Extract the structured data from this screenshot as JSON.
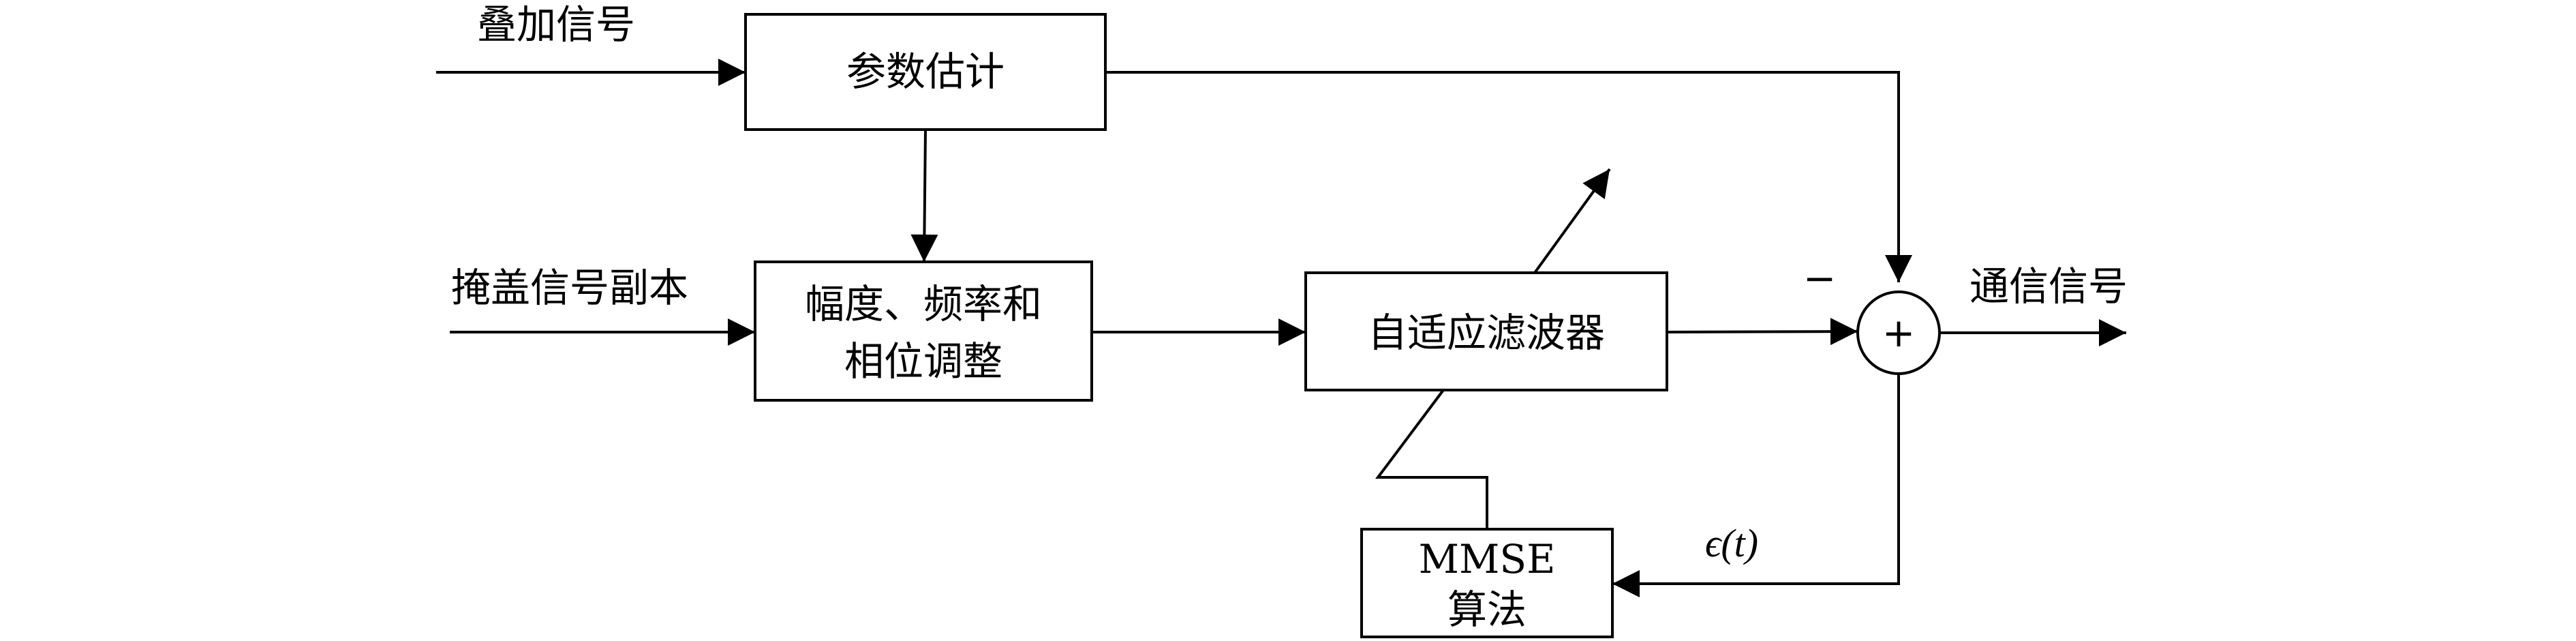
{
  "labels": {
    "superposed_signal": "叠加信号",
    "param_estimation": "参数估计",
    "masking_signal_copy": "掩盖信号副本",
    "amp_freq_phase_line1": "幅度、频率和",
    "amp_freq_phase_line2": "相位调整",
    "adaptive_filter": "自适应滤波器",
    "minus_sign": "−",
    "plus_sign": "+",
    "comm_signal": "通信信号",
    "mmse_line1": "MMSE",
    "mmse_line2": "算法",
    "error_signal": "ϵ(t)"
  },
  "colors": {
    "stroke": "#000000",
    "background": "#ffffff"
  }
}
